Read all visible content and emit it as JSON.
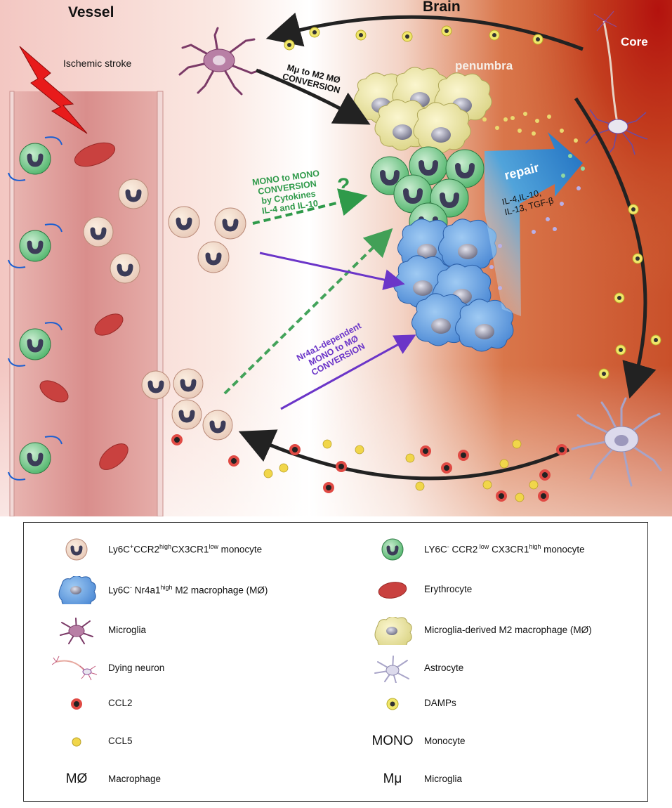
{
  "regions": {
    "vessel": "Vessel",
    "brain": "Brain",
    "core": "Core",
    "penumbra": "penumbra"
  },
  "event": {
    "stroke": "Ischemic stroke"
  },
  "arrows": {
    "mu_to_m2": {
      "line1": "Mμ  to M2 MØ",
      "line2": "CONVERSION"
    },
    "mono_to_mono": {
      "line1": "MONO to MONO",
      "line2": "CONVERSION",
      "line3": "by Cytokines",
      "line4": "IL-4 and IL-10",
      "question": "?"
    },
    "nr4a1": {
      "line1": "Nr4a1-dependent",
      "line2": "MONO to MØ",
      "line3": "CONVERSION"
    }
  },
  "repair": {
    "label": "repair",
    "cytokines_line1": "IL-4,IL-10,",
    "cytokines_line2": "IL-13, TGF-β"
  },
  "legend": {
    "ly6c_pos": {
      "a": "Ly6C",
      "a_sup": "+",
      "b": "CCR2",
      "b_sup": "high",
      "c": "CX3CR1",
      "c_sup": "low",
      "d": " monocyte"
    },
    "ly6c_neg_mono": {
      "a": "LY6C",
      "a_sup": "-",
      "b": " CCR2",
      "b_sup": " low",
      "c": " CX3CR1",
      "c_sup": "high",
      "d": " monocyte"
    },
    "ly6c_neg_mac": {
      "a": "Ly6C",
      "a_sup": "-",
      "b": " Nr4a1",
      "b_sup": "high",
      "c": " M2 macrophage (MØ)"
    },
    "erythrocyte": "Erythrocyte",
    "microglia": "Microglia",
    "microglia_m2": "Microglia-derived M2 macrophage (MØ)",
    "dying_neuron": "Dying neuron",
    "astrocyte": "Astrocyte",
    "ccl2": "CCL2",
    "damps": "DAMPs",
    "ccl5": "CCL5",
    "mono_symbol": "MONO",
    "mono_label": "Monocyte",
    "mac_symbol": "MØ",
    "mac_label": "Macrophage",
    "mu_symbol": "Mμ",
    "mu_label": "Microglia"
  },
  "colors": {
    "green_arrow": "#2f9a4a",
    "purple_arrow": "#6b35c8",
    "repair_blue": "#1f8fd8",
    "ccl2_ring": "#d9403a",
    "ccl5_dot": "#f1d64a",
    "damp_ring": "#d9d23a",
    "core_red": "#b52a14"
  }
}
